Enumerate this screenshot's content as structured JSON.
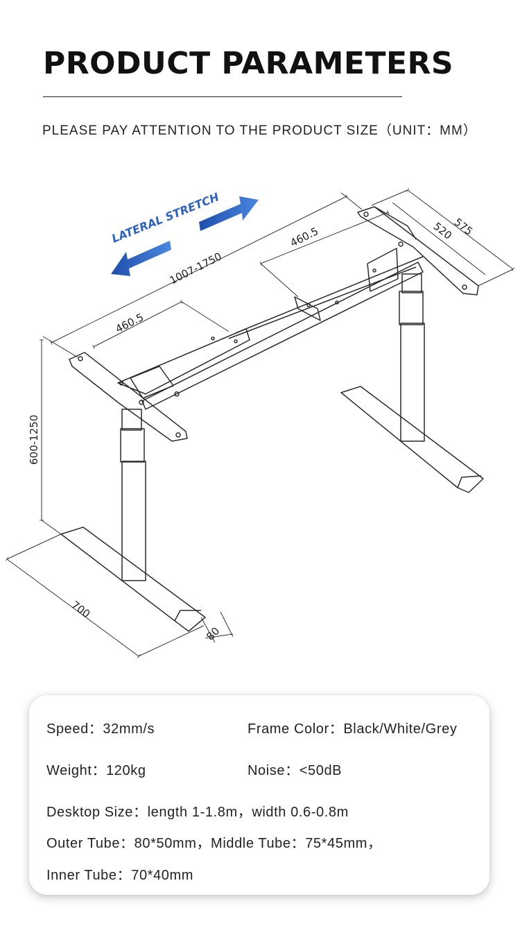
{
  "header": {
    "title": "PRODUCT PARAMETERS",
    "subtitle": "PLEASE PAY ATTENTION TO THE PRODUCT SIZE（UNIT：MM）"
  },
  "diagram": {
    "lateral_label": "LATERAL STRETCH",
    "arrow_color": "#2f66c8",
    "dimensions": {
      "total_length": "1007-1750",
      "left_section": "460.5",
      "right_section": "460.5",
      "depth_outer": "575",
      "depth_inner": "520",
      "height": "600-1250",
      "foot_length": "700",
      "foot_width": "80"
    }
  },
  "specs": {
    "speed": "Speed：32mm/s",
    "frame_color": "Frame Color：Black/White/Grey",
    "weight": "Weight：120kg",
    "noise": "Noise：<50dB",
    "desktop_size": "Desktop Size：length 1-1.8m，width 0.6-0.8m",
    "tubes_line1": "Outer Tube：80*50mm，Middle Tube：75*45mm，",
    "tubes_line2": "Inner Tube：70*40mm"
  }
}
